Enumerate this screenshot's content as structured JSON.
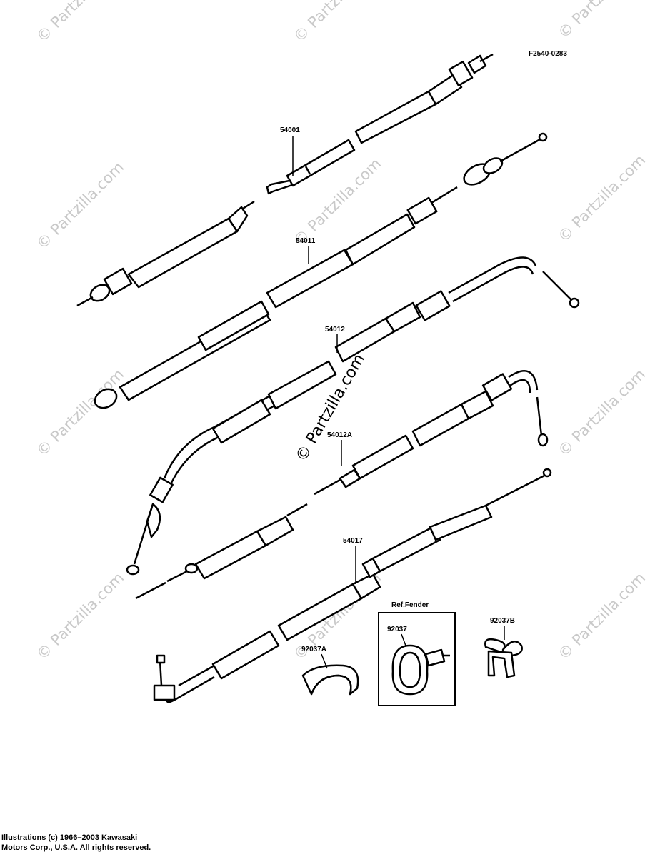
{
  "figure_code": "F2540-0283",
  "parts": {
    "p54001": "54001",
    "p54011": "54011",
    "p54012": "54012",
    "p54012A": "54012A",
    "p54017": "54017",
    "p92037A": "92037A",
    "p92037": "92037",
    "p92037B": "92037B"
  },
  "ref_note": "Ref.Fender",
  "watermark": "© Partzilla.com",
  "copyright": {
    "line1": "Illustrations (c) 1966–2003 Kawasaki",
    "line2": "Motors Corp., U.S.A.  All rights reserved."
  }
}
